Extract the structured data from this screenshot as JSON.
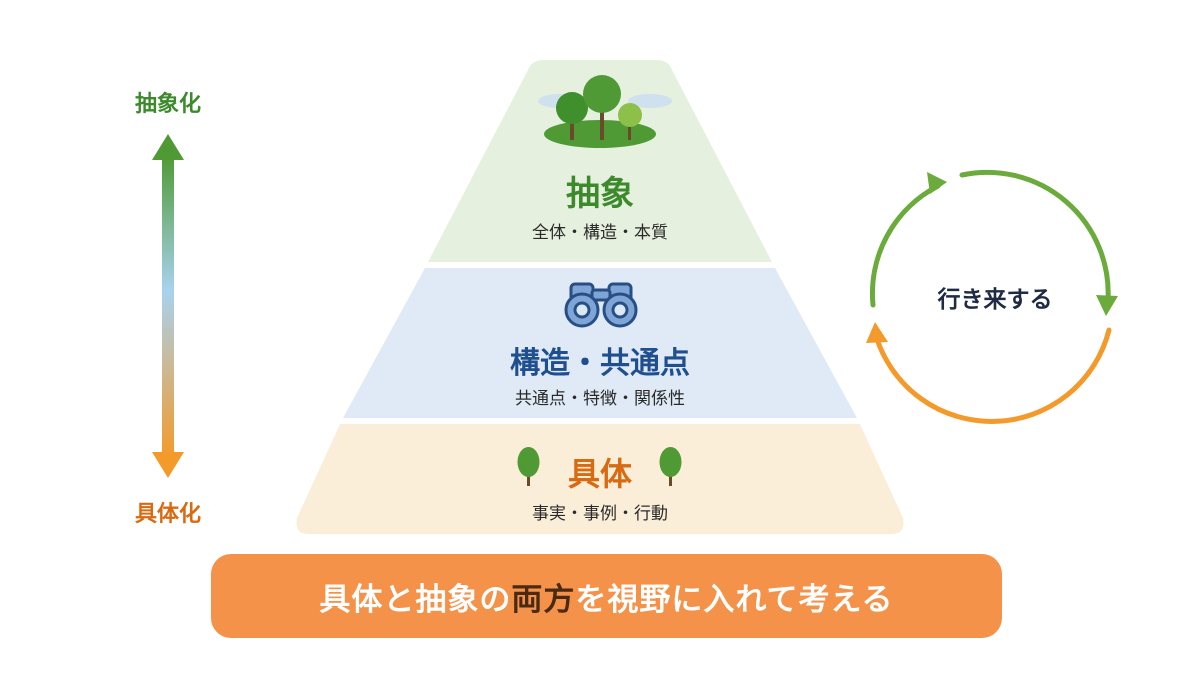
{
  "axis": {
    "top_label": "抽象化",
    "bottom_label": "具体化"
  },
  "pyramid": {
    "top": {
      "title": "抽象",
      "subtitle": "全体・構造・本質",
      "icon": "trees-icon"
    },
    "middle": {
      "title": "構造・共通点",
      "subtitle": "共通点・特徴・関係性",
      "icon": "binoculars-icon"
    },
    "bottom": {
      "title": "具体",
      "subtitle": "事実・事例・行動",
      "icon": "tree-icon"
    }
  },
  "cycle": {
    "label": "行き来する"
  },
  "banner": {
    "text_before": "具体と抽象の",
    "text_emphasis": "両方",
    "text_after": "を視野に入れて考える"
  },
  "colors": {
    "green": "#3d8a2c",
    "blue": "#1f4f8f",
    "orange": "#d86a12",
    "banner": "#f4924a"
  }
}
